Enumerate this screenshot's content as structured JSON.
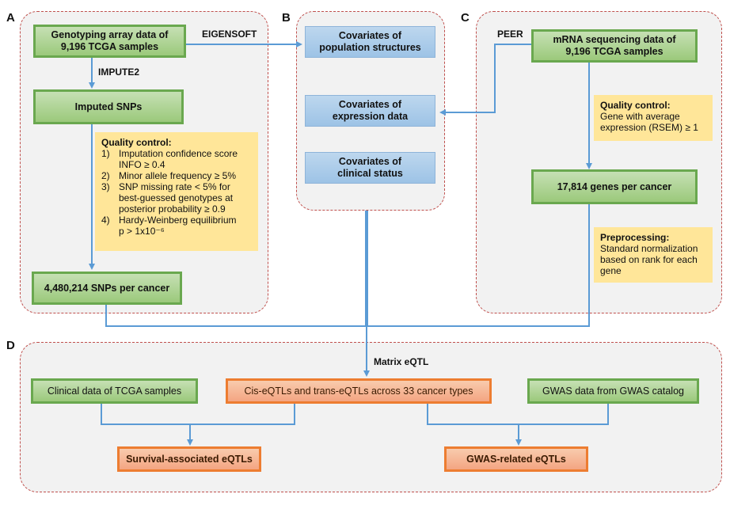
{
  "panels": {
    "a": {
      "label": "A"
    },
    "b": {
      "label": "B"
    },
    "c": {
      "label": "C"
    },
    "d": {
      "label": "D"
    }
  },
  "panel_a": {
    "genotype_box": {
      "line1": "Genotyping array data of",
      "line2": "9,196 TCGA samples"
    },
    "impute_tool": "IMPUTE2",
    "imputed_box": "Imputed SNPs",
    "qc": {
      "title": "Quality control:",
      "items": [
        {
          "num": "1)",
          "lines": [
            "Imputation confidence score",
            "INFO ≥ 0.4"
          ]
        },
        {
          "num": "2)",
          "lines": [
            "Minor allele frequency ≥  5%"
          ]
        },
        {
          "num": "3)",
          "lines": [
            "SNP missing rate <  5% for",
            "best-guessed genotypes at",
            "posterior probability ≥ 0.9"
          ]
        },
        {
          "num": "4)",
          "lines": [
            "Hardy-Weinberg equilibrium",
            "p > 1x10⁻⁶"
          ]
        }
      ]
    },
    "snps_box": "4,480,214 SNPs per cancer"
  },
  "eigensoft_tool": "EIGENSOFT",
  "peer_tool": "PEER",
  "panel_b": {
    "pop_box": {
      "line1": "Covariates of",
      "line2": "population structures"
    },
    "expr_box": {
      "line1": "Covariates of",
      "line2": "expression data"
    },
    "clin_box": {
      "line1": "Covariates of",
      "line2": "clinical status"
    }
  },
  "panel_c": {
    "mrna_box": {
      "line1": "mRNA sequencing data of",
      "line2": "9,196 TCGA samples"
    },
    "qc": {
      "title": "Quality control:",
      "lines": [
        "Gene with average",
        "expression (RSEM) ≥ 1"
      ]
    },
    "genes_box": "17,814 genes per cancer",
    "prep": {
      "title": "Preprocessing:",
      "lines": [
        "Standard normalization",
        "based on rank for each",
        "gene"
      ]
    }
  },
  "matrix_tool": "Matrix eQTL",
  "panel_d": {
    "clinical_box": "Clinical data of TCGA samples",
    "eqtl_box": "Cis-eQTLs and trans-eQTLs across 33 cancer types",
    "gwas_box": "GWAS data from GWAS catalog",
    "survival_box": "Survival-associated eQTLs",
    "gwas_related_box": "GWAS-related eQTLs"
  },
  "colors": {
    "wire": "#5b9bd5",
    "panel_border": "#c0504d",
    "green_border": "#6aa84f",
    "orange_border": "#ed7d31",
    "note_fill": "#ffe699"
  }
}
